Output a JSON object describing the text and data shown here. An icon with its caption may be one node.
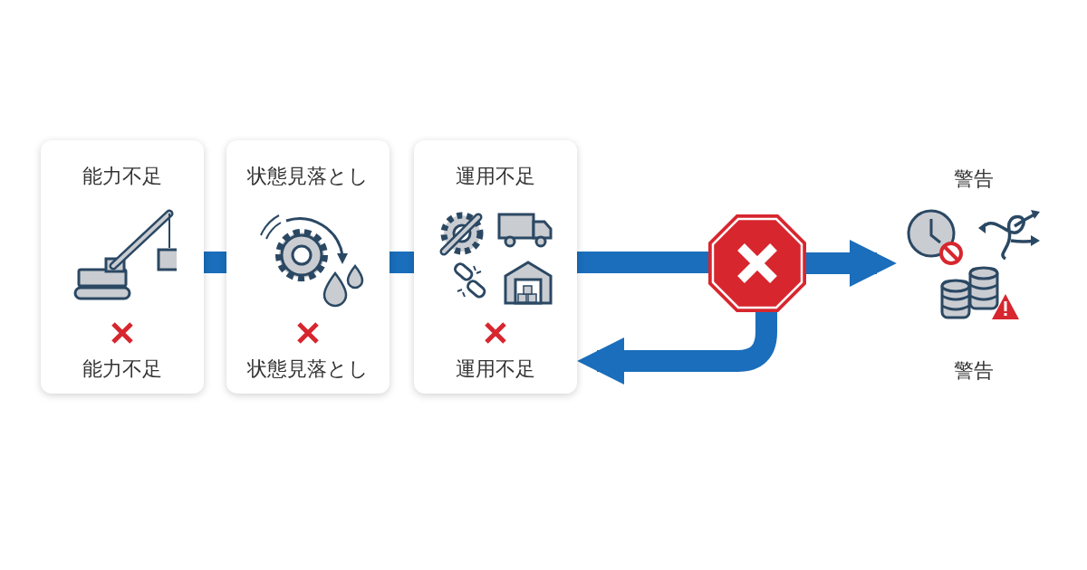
{
  "diagram": {
    "nodes": [
      {
        "text": [
          "能力不足",
          "能力不足"
        ]
      },
      {
        "text": [
          "状態見落とし",
          "状態見落とし"
        ]
      },
      {
        "text": [
          "運用不足",
          "運用不足"
        ]
      },
      {
        "text": [],
        "shape": "octagon"
      },
      {
        "text": [
          "警告",
          "警告"
        ]
      }
    ],
    "edges": [
      {
        "from": 0,
        "to": 1,
        "arrow": "none"
      },
      {
        "from": 1,
        "to": 2,
        "arrow": "none"
      },
      {
        "from": 2,
        "to": 3,
        "arrow": "none"
      },
      {
        "from": 3,
        "to": 4,
        "arrow": "to"
      },
      {
        "from": 3,
        "to": 2,
        "arrow": "to"
      }
    ]
  }
}
